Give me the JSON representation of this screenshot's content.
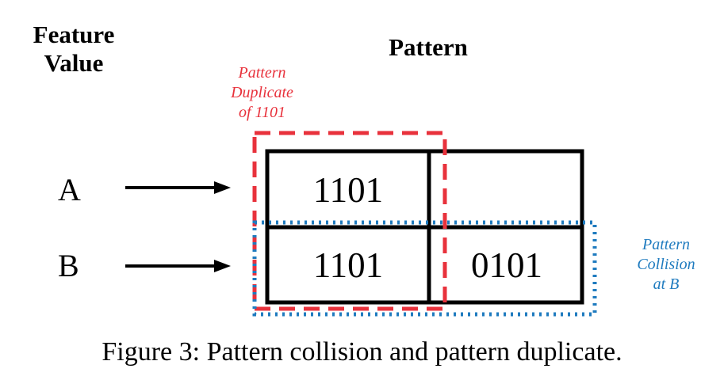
{
  "labels": {
    "feature_value": "Feature\nValue",
    "pattern": "Pattern",
    "row_a": "A",
    "row_b": "B",
    "duplicate_annotation": "Pattern\nDuplicate\nof 1101",
    "collision_annotation": "Pattern\nCollision\nat B"
  },
  "table": {
    "rows": [
      {
        "feature": "A",
        "cells": [
          "1101",
          ""
        ]
      },
      {
        "feature": "B",
        "cells": [
          "1101",
          "0101"
        ]
      }
    ]
  },
  "caption": "Figure 3: Pattern collision and pattern duplicate.",
  "colors": {
    "duplicate_highlight": "#e8323c",
    "collision_highlight": "#1f7bbf",
    "grid": "#000000"
  }
}
